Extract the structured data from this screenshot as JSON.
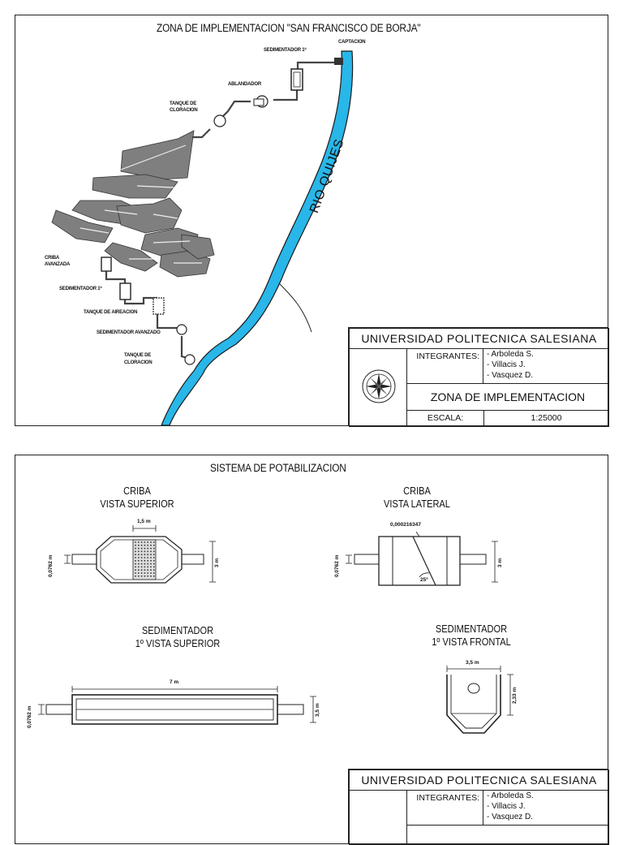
{
  "sheet1": {
    "title": "ZONA DE IMPLEMENTACION \"SAN FRANCISCO DE BORJA\"",
    "labels": {
      "captacion": "CAPTACION",
      "sedimentador_top": "SEDIMENTADOR 1ª",
      "ablandador": "ABLANDADOR",
      "tanque_cloracion_1": "TANQUE DE",
      "tanque_cloracion_1b": "CLORACION",
      "criba_1": "CRIBA",
      "criba_2": "AVANZADA",
      "sedimentador_bottom": "SEDIMENTADOR 1ª",
      "tanque_aireacion": "TANQUE DE AIREACION",
      "sedimentador_avanzado": "SEDIMENTADOR AVANZADO",
      "tanque_cloracion_2": "TANQUE DE",
      "tanque_cloracion_2b": "CLORACION",
      "river": "RIO QUIJES"
    },
    "title_block": {
      "university": "UNIVERSIDAD POLITECNICA SALESIANA",
      "integrantes_label": "INTEGRANTES:",
      "members": [
        "- Arboleda S.",
        "- Villacis J.",
        "- Vasquez D."
      ],
      "zone": "ZONA DE IMPLEMENTACION",
      "escala_label": "ESCALA:",
      "escala_value": "1:25000"
    }
  },
  "sheet2": {
    "title": "SISTEMA DE POTABILIZACION",
    "views": {
      "criba_sup_1": "CRIBA",
      "criba_sup_2": "VISTA SUPERIOR",
      "criba_lat_1": "CRIBA",
      "criba_lat_2": "VISTA LATERAL",
      "sed_sup_1": "SEDIMENTADOR",
      "sed_sup_2": "1º VISTA SUPERIOR",
      "sed_front_1": "SEDIMENTADOR",
      "sed_front_2": "1º VISTA FRONTAL"
    },
    "dims": {
      "criba_sup_width": "1,5 m",
      "criba_sup_pipe": "0,0762 m",
      "criba_sup_height": "3 m",
      "criba_lat_slope": "0,000216347",
      "criba_lat_pipe": "0,0762 m",
      "criba_lat_height": "3 m",
      "criba_lat_angle": "25º",
      "sed_sup_length": "7 m",
      "sed_sup_pipe": "0,0762 m",
      "sed_sup_height": "3,5 m",
      "sed_front_width": "3,5 m",
      "sed_front_height": "2,33 m"
    },
    "title_block": {
      "university": "UNIVERSIDAD POLITECNICA SALESIANA",
      "integrantes_label": "INTEGRANTES:",
      "members": [
        "- Arboleda S.",
        "- Villacis J.",
        "- Vasquez D."
      ]
    }
  }
}
